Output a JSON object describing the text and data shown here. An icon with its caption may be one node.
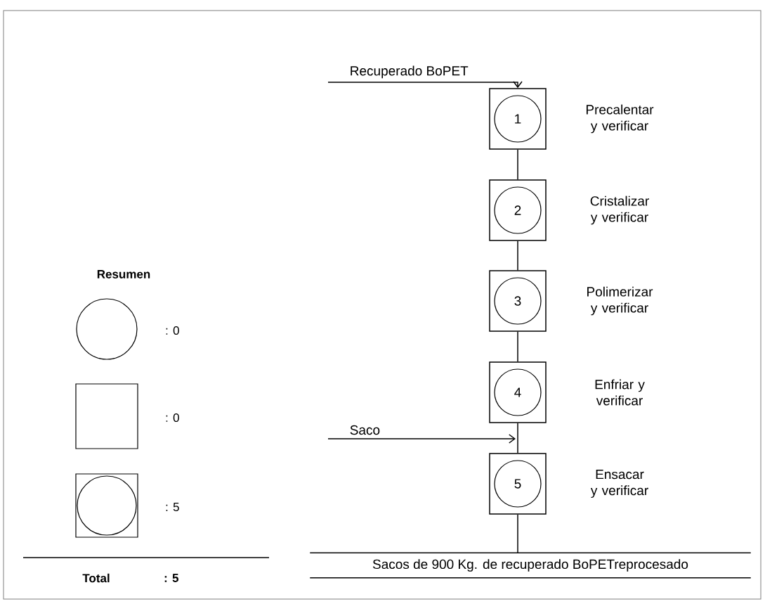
{
  "diagram": {
    "nodes": [
      {
        "text": [
          "1"
        ],
        "beside": [
          "Precalentar y verificar"
        ]
      },
      {
        "text": [
          "2"
        ],
        "beside": [
          "Cristalizar y verificar"
        ]
      },
      {
        "text": [
          "3"
        ],
        "beside": [
          "Polimerizar y verificar"
        ]
      },
      {
        "text": [
          "4"
        ],
        "beside": [
          "Enfriar y verificar"
        ]
      },
      {
        "text": [
          "5"
        ],
        "beside": [
          "Ensacar y verificar"
        ]
      },
      {
        "text": [
          "Recuperado BoPET"
        ]
      },
      {
        "text": [
          "Saco"
        ]
      },
      {
        "text": [
          "Sacos de 900 Kg. de recuperado BoPETreprocesado"
        ]
      }
    ],
    "edges": [
      {
        "from": 5,
        "to": 0,
        "arrow": "to"
      },
      {
        "from": 0,
        "to": 1,
        "arrow": "none"
      },
      {
        "from": 1,
        "to": 2,
        "arrow": "none"
      },
      {
        "from": 2,
        "to": 3,
        "arrow": "none"
      },
      {
        "from": 3,
        "to": 4,
        "arrow": "none"
      },
      {
        "from": 6,
        "to": 4,
        "arrow": "to"
      },
      {
        "from": 4,
        "to": 7,
        "arrow": "none"
      }
    ],
    "labels": [
      "Resumen",
      "Total",
      ": 5"
    ],
    "legend": [
      {
        "text": ": 0"
      },
      {
        "text": ": 0"
      },
      {
        "text": ": 5"
      }
    ]
  }
}
